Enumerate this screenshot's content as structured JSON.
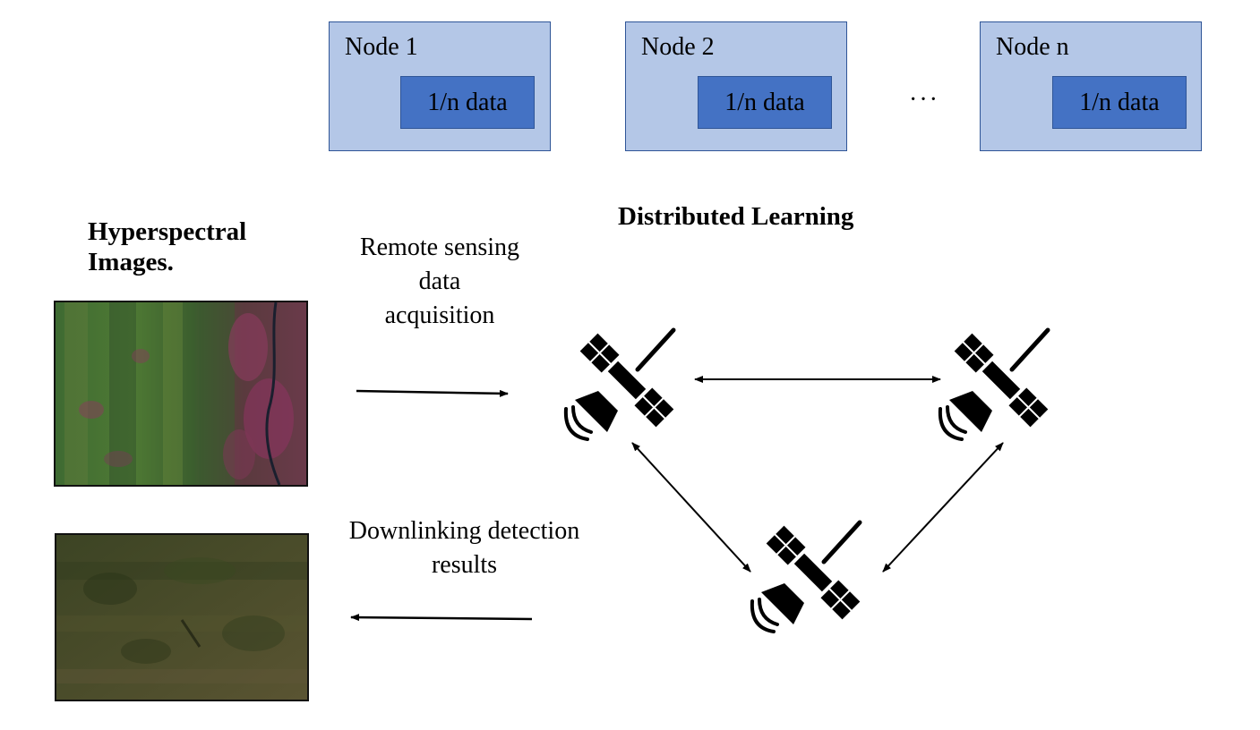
{
  "nodes": [
    {
      "title": "Node 1",
      "data_label": "1/n data"
    },
    {
      "title": "Node 2",
      "data_label": "1/n data"
    },
    {
      "title": "Node n",
      "data_label": "1/n data"
    }
  ],
  "ellipsis": "···",
  "labels": {
    "hyperspectral_line1": "Hyperspectral",
    "hyperspectral_line2": "Images.",
    "distributed_learning": "Distributed Learning",
    "acquisition_line1": "Remote sensing",
    "acquisition_line2": "data",
    "acquisition_line3": "acquisition",
    "downlink_line1": "Downlinking detection",
    "downlink_line2": "results"
  },
  "icons": {
    "satellite": "satellite-icon",
    "image_top": "hyperspectral-image-icon",
    "image_bottom": "detection-result-image-icon"
  },
  "colors": {
    "node_fill": "#b4c7e7",
    "node_border": "#2f5597",
    "data_fill": "#4472c4"
  }
}
